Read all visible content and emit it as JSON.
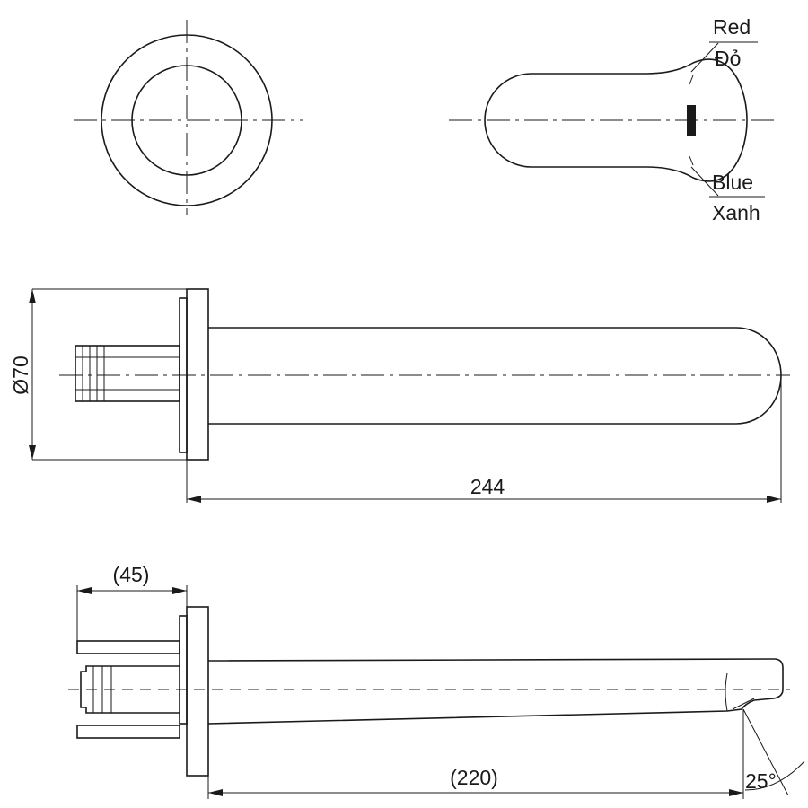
{
  "callouts": {
    "hot_en": "Red",
    "hot_vi": "Đỏ",
    "cold_en": "Blue",
    "cold_vi": "Xanh"
  },
  "dimensions": {
    "diameter": "Ø70",
    "length": "244",
    "depth": "(45)",
    "projection": "(220)",
    "angle": "25°"
  }
}
